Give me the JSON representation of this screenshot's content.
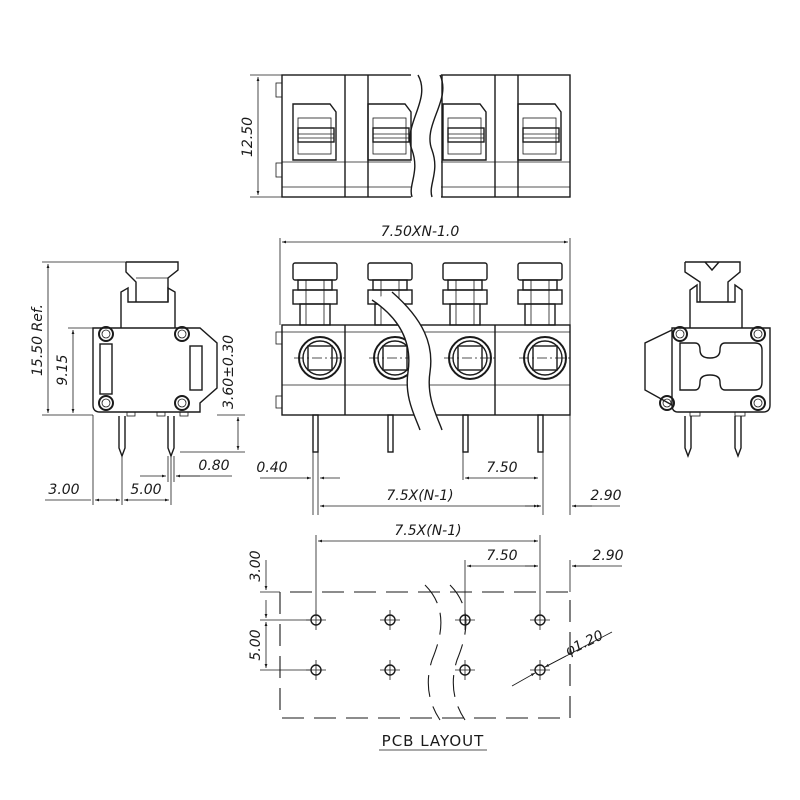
{
  "dims": {
    "height_top": "12.50",
    "width_total": "7.50XN-1.0",
    "height_ref": "15.50 Ref.",
    "height_body": "9.15",
    "pin_len": "3.60±0.30",
    "pin_width": "0.80",
    "side_offset": "3.00",
    "side_pitch": "5.00",
    "front_pin_w": "0.40",
    "front_pitch": "7.50",
    "front_span": "7.5X(N-1)",
    "front_edge": "2.90",
    "pcb_span": "7.5X(N-1)",
    "pcb_pitch": "7.50",
    "pcb_edge": "2.90",
    "pcb_top": "3.00",
    "pcb_row": "5.00",
    "pcb_hole": "φ1.20"
  },
  "labels": {
    "pcb_layout": "PCB LAYOUT"
  }
}
